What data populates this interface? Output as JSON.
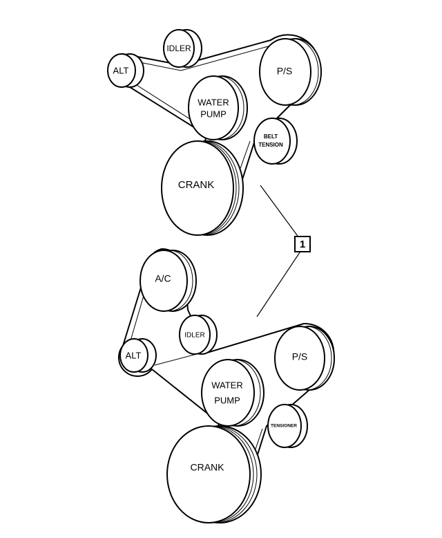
{
  "callout": {
    "number": "1"
  },
  "upper_diagram": {
    "pulleys": {
      "alt": "ALT",
      "idler": "IDLER",
      "ps": "P/S",
      "water_pump": [
        "WATER",
        "PUMP"
      ],
      "belt_tension": [
        "BELT",
        "TENSION"
      ],
      "crank": "CRANK"
    }
  },
  "lower_diagram": {
    "pulleys": {
      "ac": "A/C",
      "idler": "IDLER",
      "alt": "ALT",
      "ps": "P/S",
      "water_pump": [
        "WATER",
        "PUMP"
      ],
      "tensioner": "TENSIONER",
      "crank": "CRANK"
    }
  }
}
